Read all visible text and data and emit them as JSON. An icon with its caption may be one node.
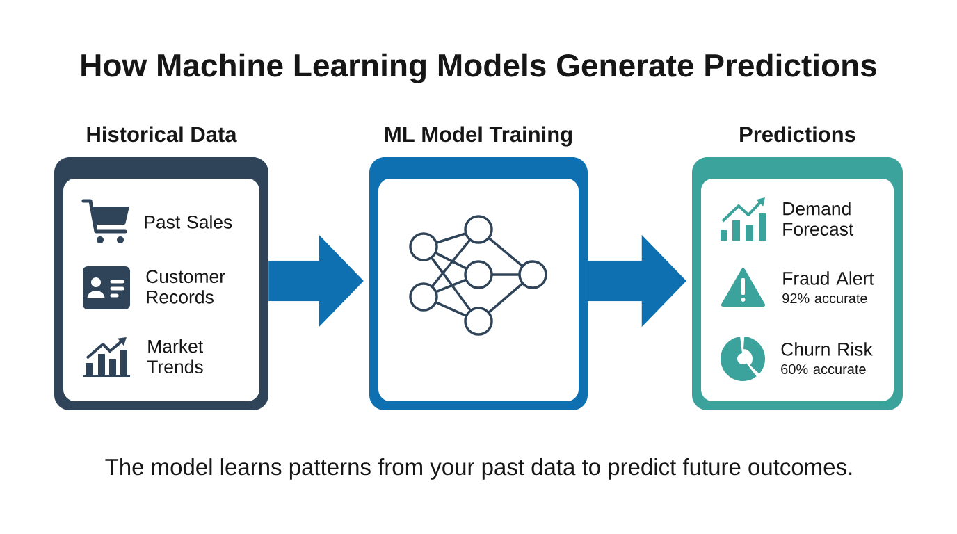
{
  "diagram": {
    "title": "How Machine Learning Models Generate Predictions",
    "nodes": [
      {
        "text": [
          "Historical Data"
        ]
      },
      {
        "text": [
          "ML Model Training"
        ]
      },
      {
        "text": [
          "Predictions"
        ]
      }
    ],
    "edges": [
      {
        "from": 0,
        "to": 1,
        "arrow": "to"
      },
      {
        "from": 1,
        "to": 2,
        "arrow": "to"
      }
    ],
    "labels": [
      "Past Sales",
      "Customer Records",
      "Market Trends",
      "Demand Forecast",
      "Fraud Alert",
      "92% accurate",
      "Churn Risk",
      "60% accurate"
    ],
    "caption": "The model learns patterns from your past data to predict future outcomes."
  }
}
